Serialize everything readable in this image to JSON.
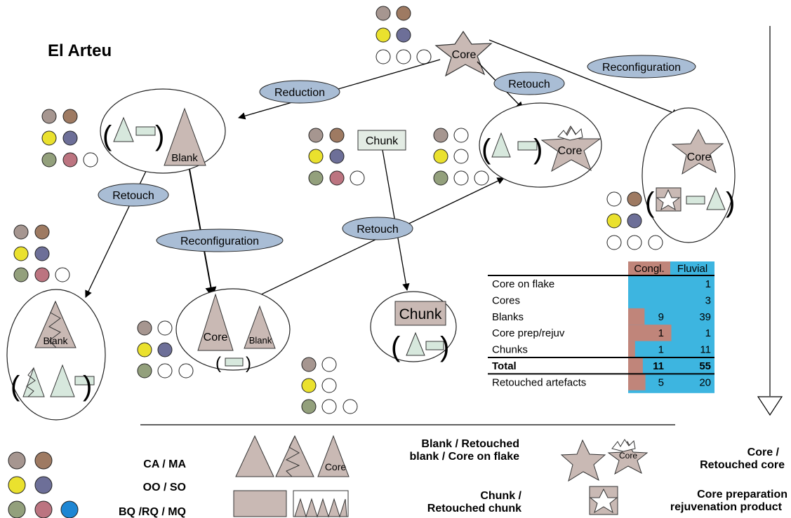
{
  "site_title": "El Arteu",
  "arrow_labels": {
    "reduction": "Reduction",
    "retouch_top": "Retouch",
    "reconfiguration_top": "Reconfiguration",
    "retouch_left": "Retouch",
    "reconfiguration_mid": "Reconfiguration",
    "retouch_mid": "Retouch"
  },
  "node_labels": {
    "core_top": "Core",
    "blank_node": "Blank",
    "chunk_top": "Chunk",
    "retouched_core_node": "Core",
    "core_prep_node": "Core",
    "retouched_blank_node": "Blank",
    "core_on_flake_node": "Core",
    "blank_small": "Blank",
    "chunk_node": "Chunk"
  },
  "paren_open": "(",
  "paren_close": ")",
  "table": {
    "headers": [
      "Congl.",
      "Fluvial"
    ],
    "rows": [
      {
        "label": "Core on flake",
        "congl": "",
        "fluvial": "1"
      },
      {
        "label": "Cores",
        "congl": "",
        "fluvial": "3"
      },
      {
        "label": "Blanks",
        "congl": "9",
        "fluvial": "39"
      },
      {
        "label": "Core prep/rejuv",
        "congl": "1",
        "fluvial": "1"
      },
      {
        "label": "Chunks",
        "congl": "1",
        "fluvial": "11"
      }
    ],
    "total": {
      "label": "Total",
      "congl": "11",
      "fluvial": "55"
    },
    "retouched": {
      "label": "Retouched artefacts",
      "congl": "5",
      "fluvial": "20"
    },
    "congl_fraction": [
      0,
      0,
      0.19,
      0.5,
      0.08,
      0.17,
      0.2
    ],
    "colors": {
      "congl": "#c0857a",
      "fluvial": "#3db5e0"
    }
  },
  "legend": {
    "raw_materials": [
      {
        "label": "CA / MA",
        "colors": [
          "#a69690",
          "#9e7a62"
        ]
      },
      {
        "label": "OO / SO",
        "colors": [
          "#eae12e",
          "#6d6f98"
        ]
      },
      {
        "label": "BQ /RQ / MQ",
        "colors": [
          "#93a07c",
          "#bc7480",
          "#1e86d3"
        ]
      }
    ],
    "blank_legend": [
      "Blank / Retouched",
      "blank / Core on flake"
    ],
    "blank_core_label": "Core",
    "core_legend": [
      "Core /",
      "Retouched core"
    ],
    "core_legend_icon_label": "Core",
    "chunk_legend": [
      "Chunk /",
      "Retouched chunk"
    ],
    "core_prep_legend": [
      "Core preparation",
      "rejuvenation product"
    ]
  },
  "colors": {
    "ca": "#a69690",
    "ma": "#9e7a62",
    "oo": "#eae12e",
    "so": "#6d6f98",
    "bq": "#93a07c",
    "rq": "#bc7480",
    "mq": "#1e86d3",
    "artefact_fill": "#c9b9b4",
    "flake_fill": "#d7e8dd",
    "label_ellipse": "#a9bdd5",
    "chunk_fill": "#e3ece4"
  }
}
